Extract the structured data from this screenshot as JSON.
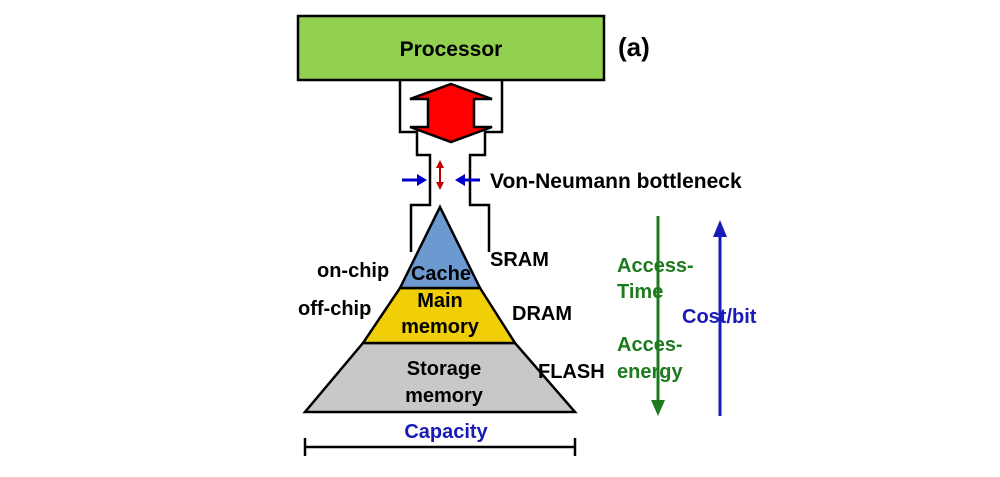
{
  "panel_label": "(a)",
  "processor": {
    "label": "Processor",
    "fill": "#92d050"
  },
  "bus_arrow_fill": "#ff0000",
  "bottleneck": {
    "label": "Von-Neumann bottleneck",
    "arrow_color": "#0000cc",
    "signal_color": "#c00000"
  },
  "hierarchy": {
    "cache": {
      "label": "Cache",
      "fill": "#6c99cf"
    },
    "main_memory": {
      "line1": "Main",
      "line2": "memory",
      "fill": "#f1cf06"
    },
    "storage_memory": {
      "line1": "Storage",
      "line2": "memory",
      "fill": "#c8c8c8"
    }
  },
  "side_labels": {
    "on_chip": "on-chip",
    "off_chip": "off-chip"
  },
  "tech_labels": {
    "sram": "SRAM",
    "dram": "DRAM",
    "flash": "FLASH"
  },
  "capacity": {
    "label": "Capacity",
    "color": "#1a1ab8"
  },
  "access_time": {
    "line1": "Access-",
    "line2": "Time",
    "color": "#1e7a1e"
  },
  "access_energy": {
    "line1": "Acces-",
    "line2": "energy"
  },
  "cost_bit": {
    "label": "Cost/bit",
    "color": "#1a1ab8"
  }
}
